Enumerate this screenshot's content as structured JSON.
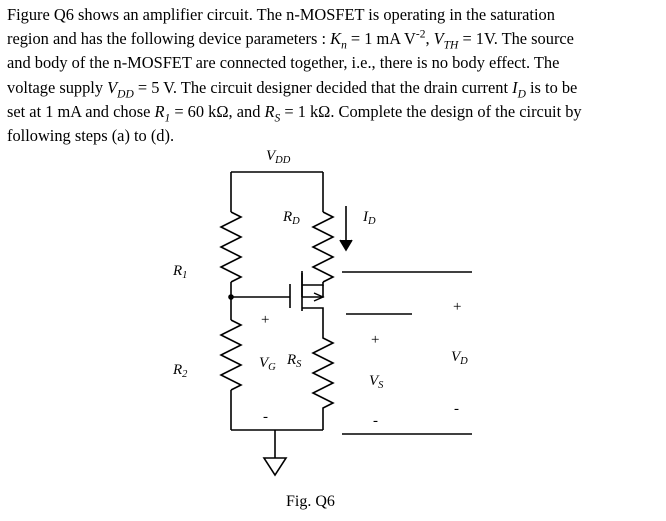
{
  "problem": {
    "line1": {
      "a": "Figure Q6 shows an amplifier circuit. The n-MOSFET is operating in the saturation"
    },
    "line2": {
      "a": "region and has the following device parameters : ",
      "kn": "K",
      "kn_sub": "n",
      "b": " = 1 mA V",
      "b_sup": "-2",
      "c": ", ",
      "vth": "V",
      "vth_sub": "TH",
      "d": " = 1V. The source"
    },
    "line3": {
      "a": "and body of the n-MOSFET are connected together, i.e., there is no body effect. The"
    },
    "line4": {
      "a": "voltage supply ",
      "vdd": "V",
      "vdd_sub": "DD",
      "b": " = 5 V. The circuit designer decided that the drain current ",
      "id": "I",
      "id_sub": "D",
      "c": " is to be"
    },
    "line5": {
      "a": "set at 1 mA and chose ",
      "r1": "R",
      "r1_sub": "1",
      "b": " = 60 kΩ, and ",
      "rs": "R",
      "rs_sub": "S",
      "c": " = 1 kΩ. Complete the design of the circuit by"
    },
    "line6": {
      "a": "following steps (a) to (d)."
    }
  },
  "circuit": {
    "vdd_label": "V",
    "vdd_sub": "DD",
    "rd_label": "R",
    "rd_sub": "D",
    "id_label": "I",
    "id_sub": "D",
    "r1_label": "R",
    "r1_sub": "1",
    "r2_label": "R",
    "r2_sub": "2",
    "vg_label": "V",
    "vg_sub": "G",
    "rs_label": "R",
    "rs_sub": "S",
    "vs_label": "V",
    "vs_sub": "S",
    "vd_label": "V",
    "vd_sub": "D",
    "plus_vg": "+",
    "minus_vg": "-",
    "plus_vs": "+",
    "minus_vs": "-",
    "plus_vd": "+",
    "minus_vd": "-"
  },
  "caption": "Fig. Q6"
}
